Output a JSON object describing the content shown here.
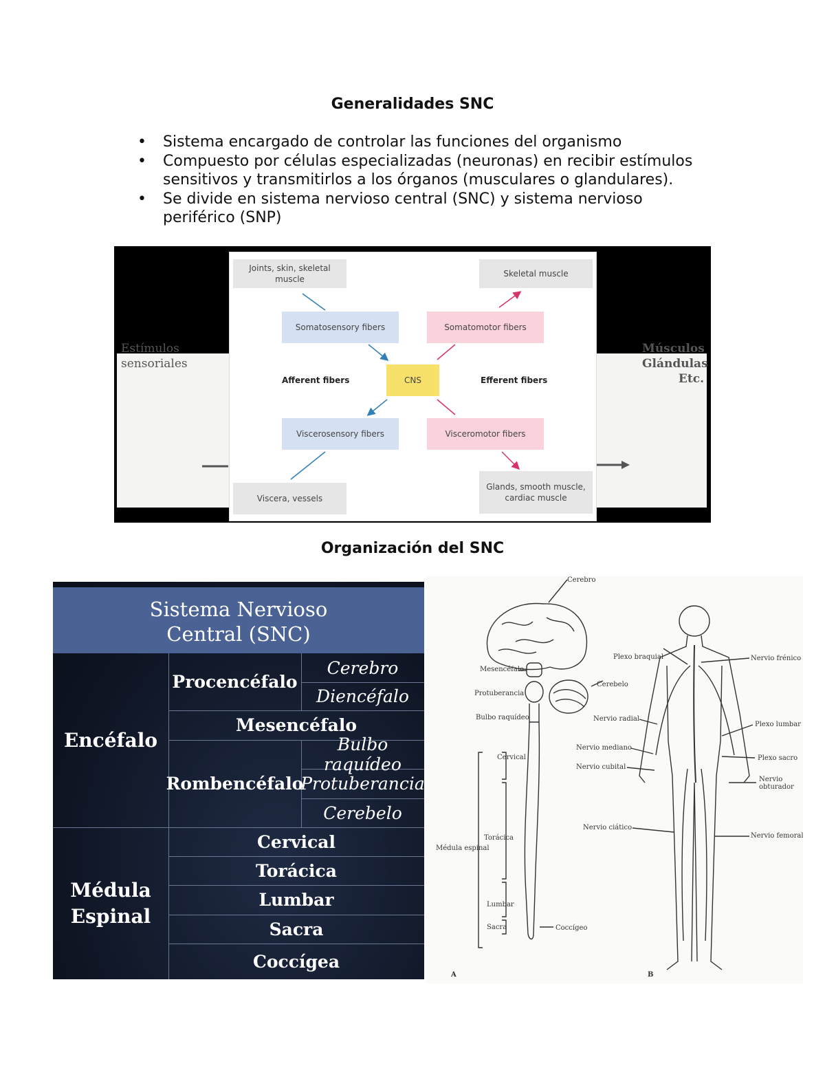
{
  "heading1": "Generalidades SNC",
  "bullets": [
    "Sistema encargado de controlar las funciones del organismo",
    "Compuesto por células especializadas (neuronas) en recibir estímulos sensitivos y transmitirlos a los órganos (musculares o glandulares).",
    "Se divide en sistema nervioso central (SNC) y sistema nervioso periférico (SNP)"
  ],
  "diagram1": {
    "scan_left": "Estímulos sensoriales",
    "scan_right": "Músculos Glándulas Etc.",
    "boxes": {
      "joints": "Joints, skin, skeletal muscle",
      "skeletal": "Skeletal muscle",
      "somatosensory": "Somatosensory fibers",
      "somatomotor": "Somatomotor fibers",
      "cns": "CNS",
      "viscerosensory": "Viscerosensory fibers",
      "visceromotor": "Visceromotor fibers",
      "viscera": "Viscera, vessels",
      "glands": "Glands, smooth muscle, cardiac muscle"
    },
    "afferent": "Afferent fibers",
    "efferent": "Efferent fibers",
    "colors": {
      "arrow_blue": "#2f7fb8",
      "arrow_pink": "#d6336c"
    }
  },
  "heading2": "Organización del SNC",
  "table": {
    "title": "Sistema Nervioso Central (SNC)",
    "encefalo": "Encéfalo",
    "procencefalo": "Procencéfalo",
    "cerebro": "Cerebro",
    "diencefalo": "Diencéfalo",
    "mesencefalo": "Mesencéfalo",
    "rombencefalo": "Rombencéfalo",
    "bulbo": "Bulbo raquídeo",
    "protuberancia": "Protuberancia",
    "cerebelo": "Cerebelo",
    "medula": "Médula Espinal",
    "cervical": "Cervical",
    "toracica": "Torácica",
    "lumbar": "Lumbar",
    "sacra": "Sacra",
    "coccigea": "Coccígea"
  },
  "anatomy": {
    "cerebro": "Cerebro",
    "mesencefalo": "Mesencéfalo",
    "protuberancia": "Protuberancia",
    "bulbo": "Bulbo raquídeo",
    "cerebelo": "Cerebelo",
    "cervical": "Cervical",
    "toracica": "Torácica",
    "medula": "Médula espinal",
    "lumbar": "Lumbar",
    "sacra": "Sacra",
    "coccigeo": "Coccígeo",
    "plexo_braquial": "Plexo braquial",
    "nervio_frenico": "Nervio frénico",
    "nervio_radial": "Nervio radial",
    "plexo_lumbar": "Plexo lumbar",
    "nervio_mediano": "Nervio mediano",
    "nervio_cubital": "Nervio cubital",
    "plexo_sacro": "Plexo sacro",
    "nervio_obturador": "Nervio obturador",
    "nervio_ciatico": "Nervio ciático",
    "nervio_femoral": "Nervio femoral",
    "fig_a": "A",
    "fig_b": "B"
  }
}
